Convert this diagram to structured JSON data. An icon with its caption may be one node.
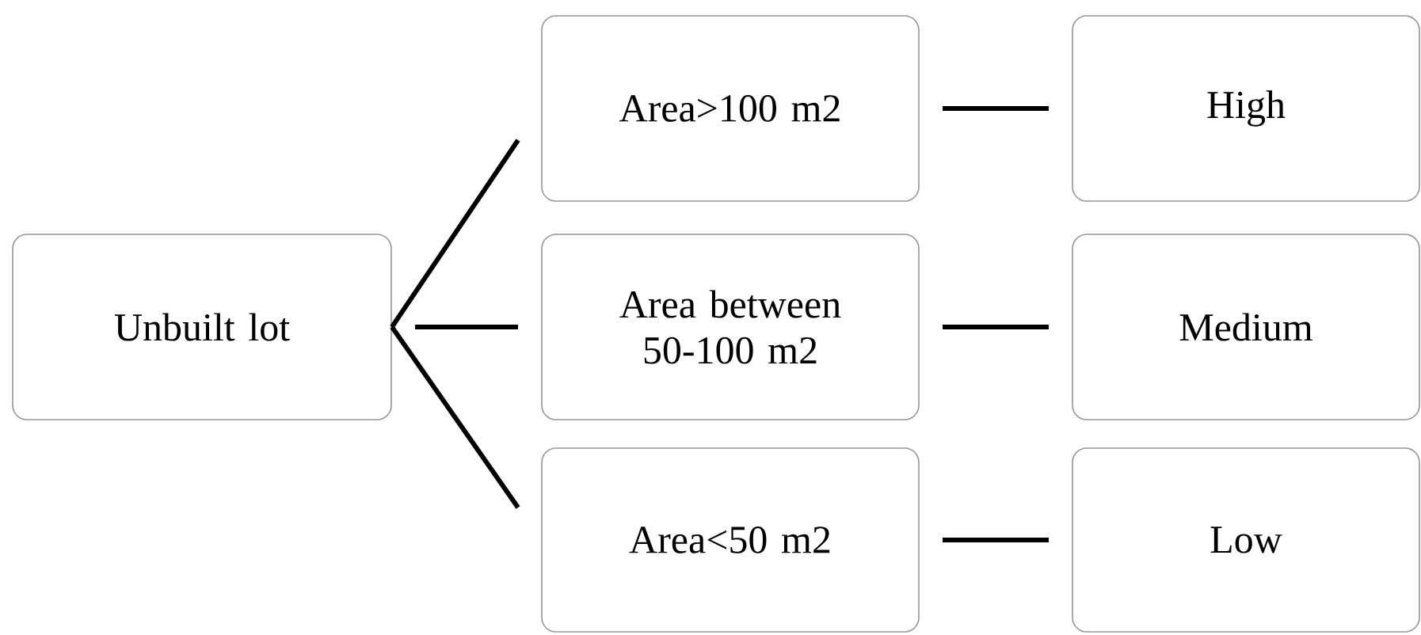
{
  "diagram": {
    "nodes": [
      {
        "text": [
          "Unbuilt lot"
        ]
      },
      {
        "text": [
          "Area>100 m2"
        ]
      },
      {
        "text": [
          "Area between 50-100 m2"
        ]
      },
      {
        "text": [
          "Area<50 m2"
        ]
      },
      {
        "text": [
          "High"
        ]
      },
      {
        "text": [
          "Medium"
        ]
      },
      {
        "text": [
          "Low"
        ]
      }
    ],
    "edges": [
      {
        "from": 0,
        "to": 1,
        "arrow": "none"
      },
      {
        "from": 0,
        "to": 2,
        "arrow": "none"
      },
      {
        "from": 0,
        "to": 3,
        "arrow": "none"
      },
      {
        "from": 1,
        "to": 4,
        "arrow": "none"
      },
      {
        "from": 2,
        "to": 5,
        "arrow": "none"
      },
      {
        "from": 3,
        "to": 6,
        "arrow": "none"
      }
    ]
  }
}
